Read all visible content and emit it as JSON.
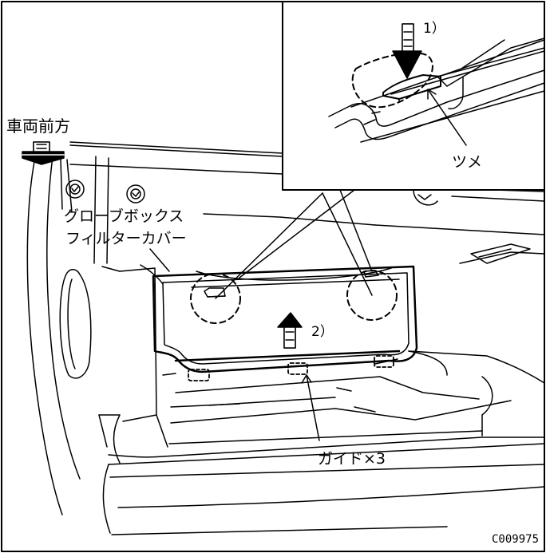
{
  "labels": {
    "front_direction": "車両前方",
    "glovebox_line1": "グローブボックス",
    "glovebox_line2": "フィルターカバー",
    "step1": "1）",
    "step2": "2）",
    "tab": "ツメ",
    "guides": "ガイド×3",
    "figure_code": "C009975"
  },
  "icons": {
    "push_down": "arrow-down-icon",
    "pull_up": "arrow-up-icon",
    "front_arrow": "arrow-down-icon"
  },
  "colors": {
    "line": "#000000",
    "background": "#ffffff"
  }
}
